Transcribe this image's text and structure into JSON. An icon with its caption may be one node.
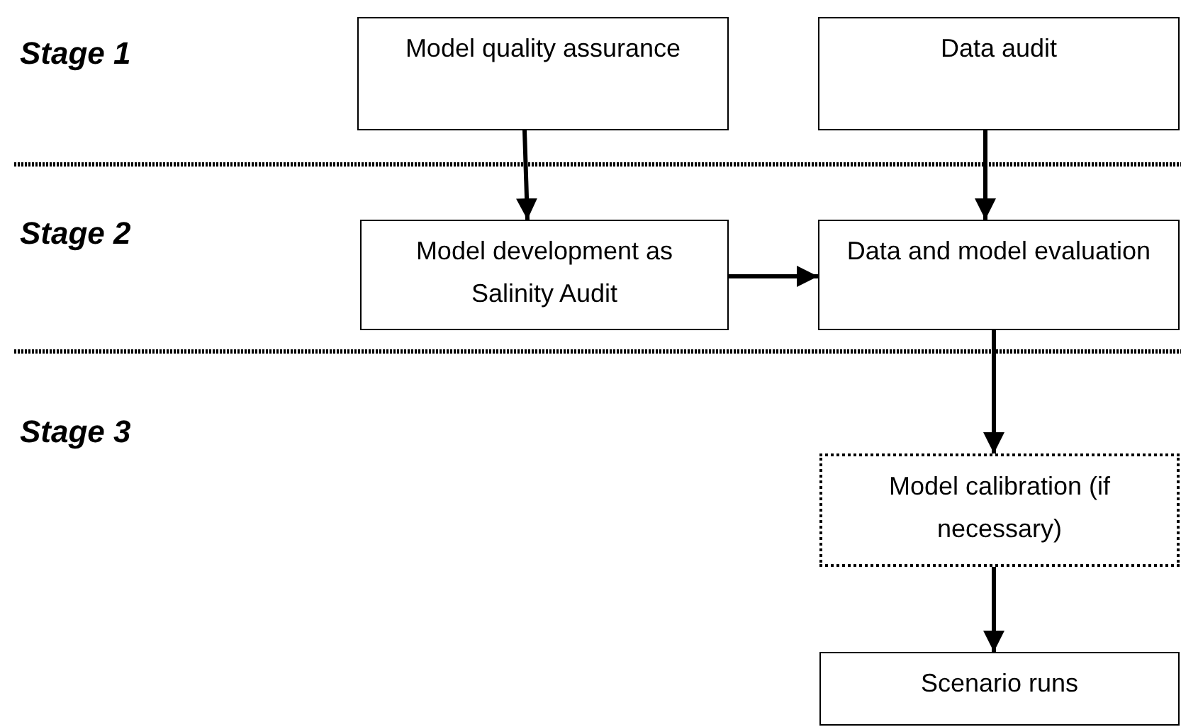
{
  "diagram": {
    "nodes": [
      {
        "text": [
          "Model quality assurance"
        ]
      },
      {
        "text": [
          "Data audit"
        ]
      },
      {
        "text": [
          "Model development as Salinity Audit"
        ]
      },
      {
        "text": [
          "Data and model evaluation"
        ]
      },
      {
        "text": [
          "Model calibration (if necessary)"
        ]
      },
      {
        "text": [
          "Scenario runs"
        ]
      }
    ],
    "edges": [
      {
        "from": 0,
        "to": 2,
        "arrow": "to"
      },
      {
        "from": 1,
        "to": 3,
        "arrow": "to"
      },
      {
        "from": 2,
        "to": 3,
        "arrow": "to"
      },
      {
        "from": 3,
        "to": 4,
        "arrow": "to"
      },
      {
        "from": 4,
        "to": 5,
        "arrow": "to"
      }
    ],
    "labels": [
      "Stage 1",
      "Stage 2",
      "Stage 3"
    ]
  }
}
